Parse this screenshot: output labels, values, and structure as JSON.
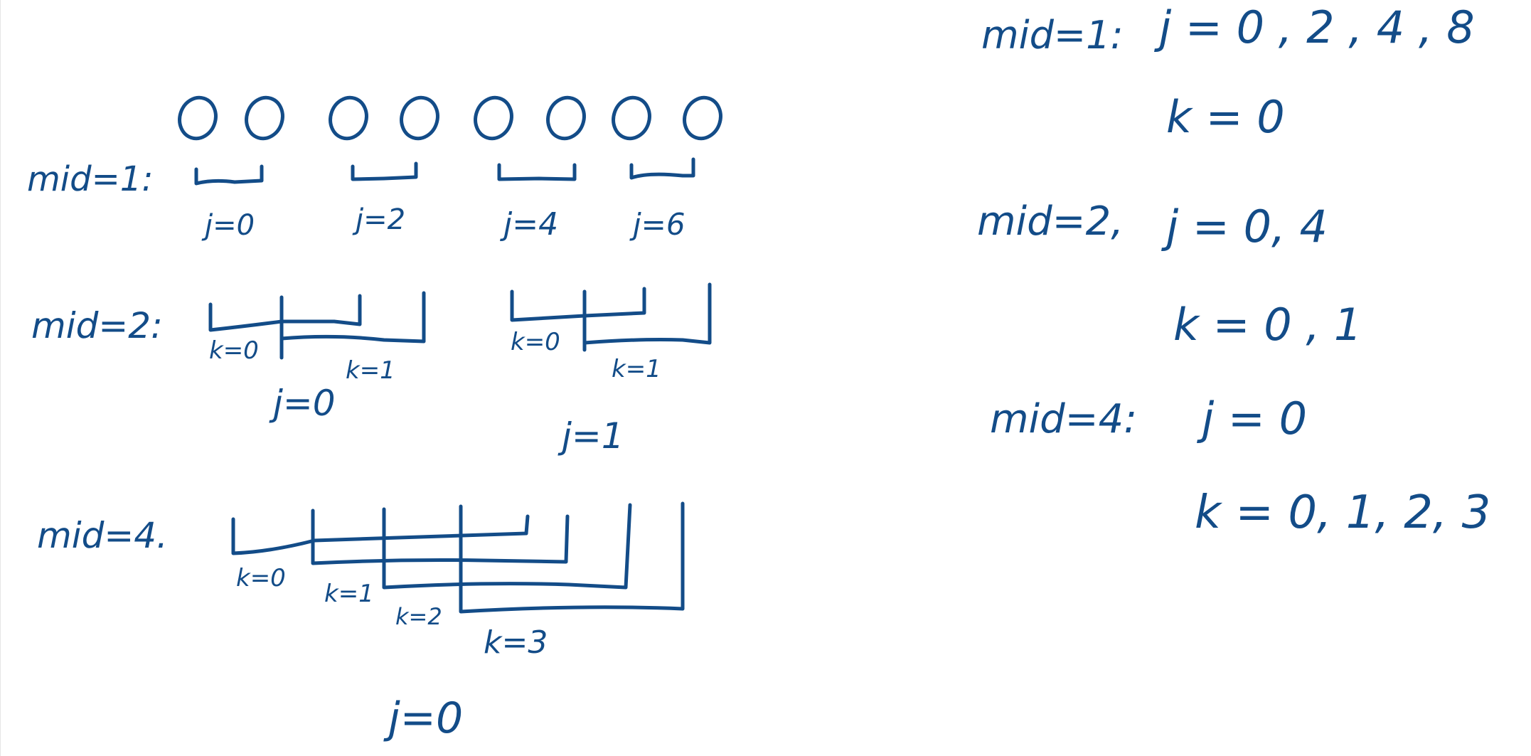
{
  "ink_color": "#134c88",
  "background_color": "#ffffff",
  "left_panel": {
    "circle_count": 8,
    "rows": [
      {
        "label": "mid=1:",
        "segment_labels": [
          "j=0",
          "j=2",
          "j=4",
          "j=6"
        ]
      },
      {
        "label": "mid=2:",
        "groups": [
          {
            "k_labels": [
              "k=0",
              "k=1"
            ],
            "j_label": "j=0"
          },
          {
            "k_labels": [
              "k=0",
              "k=1"
            ],
            "j_label": "j=1"
          }
        ]
      },
      {
        "label": "mid=4.",
        "k_labels": [
          "k=0",
          "k=1",
          "k=2",
          "k=3"
        ],
        "j_label": "j=0"
      }
    ]
  },
  "right_panel": {
    "rows": [
      {
        "label": "mid=1:",
        "j_values": "j = 0 , 2 , 4 , 8",
        "k_values": "k = 0"
      },
      {
        "label": "mid=2,",
        "j_values": "j = 0,     4",
        "k_values": "k = 0 , 1"
      },
      {
        "label": "mid=4:",
        "j_values": "j = 0",
        "k_values": "k = 0, 1, 2, 3"
      }
    ]
  }
}
